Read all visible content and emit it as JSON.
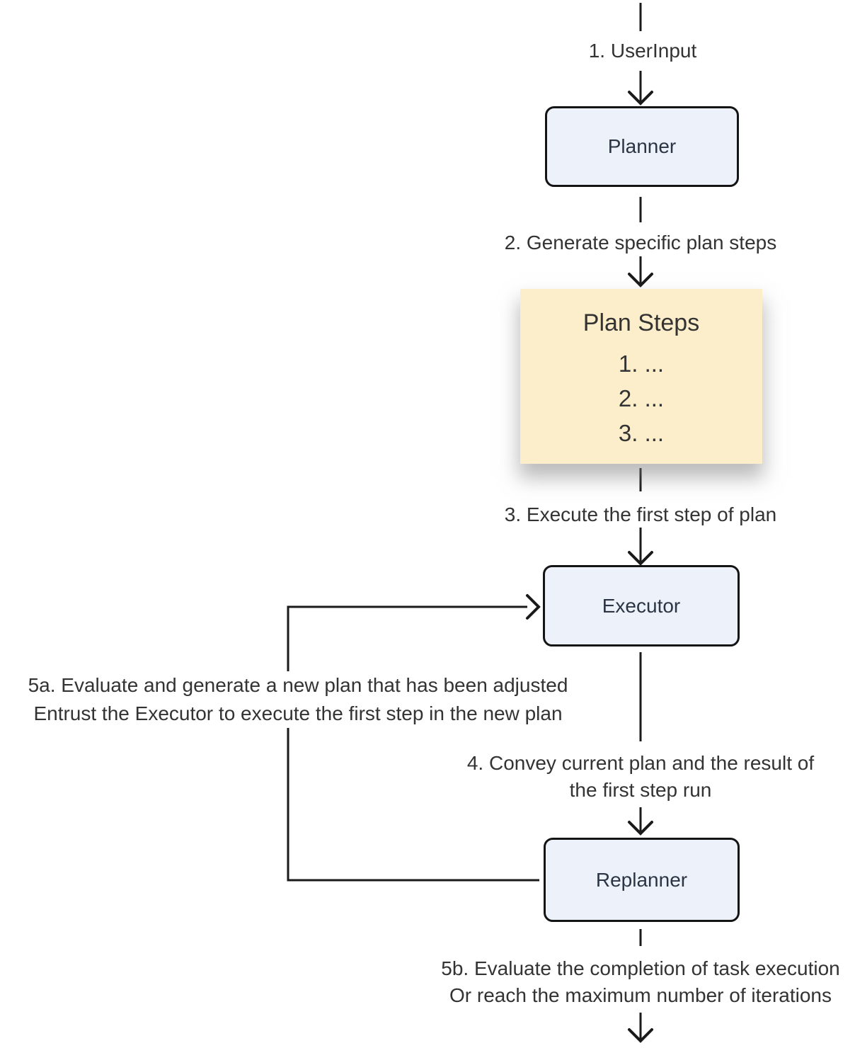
{
  "nodes": {
    "planner": {
      "label": "Planner"
    },
    "executor": {
      "label": "Executor"
    },
    "replanner": {
      "label": "Replanner"
    },
    "plan_steps": {
      "title": "Plan Steps",
      "items": [
        "1. ...",
        "2. ...",
        "3. ..."
      ]
    }
  },
  "edge_labels": {
    "step1": "1. UserInput",
    "step2": "2. Generate specific plan steps",
    "step3": "3. Execute the first step of plan",
    "step4": {
      "line1": "4. Convey current plan and the result of",
      "line2": "the first step run"
    },
    "step5a": {
      "line1": "5a. Evaluate and generate a new plan that has been adjusted",
      "line2": "Entrust the Executor to execute the first step in the new plan"
    },
    "step5b": {
      "line1": "5b. Evaluate the completion of task execution",
      "line2": "Or reach the maximum number of iterations"
    }
  },
  "colors": {
    "background": "#FFFFFF",
    "node_fill": "#EDF1FA",
    "node_border": "#141414",
    "node_text": "#2B3544",
    "plan_steps_fill": "#FCEECA",
    "edge_stroke": "#1A1A1A",
    "label_text": "#333333"
  }
}
